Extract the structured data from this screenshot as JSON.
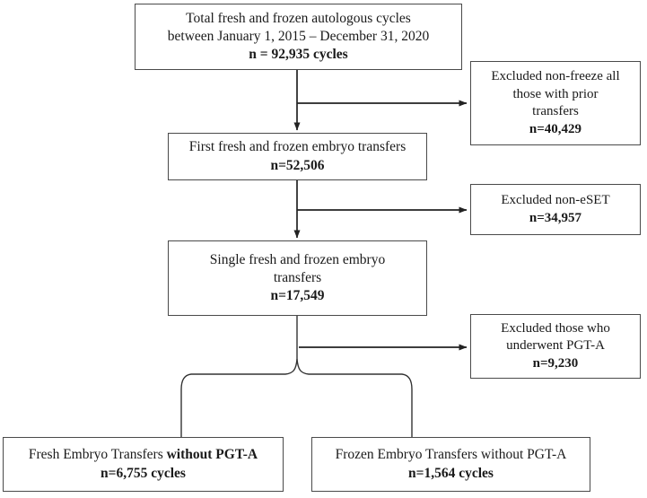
{
  "diagram": {
    "title": "Study cohort selection flow diagram",
    "type": "flowchart-consort",
    "line_color": "#333333",
    "box_border_color": "#4a4a4a",
    "background": "#ffffff"
  },
  "boxes": {
    "total": {
      "line1": "Total fresh and frozen autologous cycles",
      "line2": "between January 1, 2015 – December 31, 2020",
      "line3": "n = 92,935 cycles"
    },
    "first_transfers": {
      "line1": "First fresh and frozen embryo transfers",
      "line2": "n=52,506"
    },
    "single_transfers": {
      "line1": "Single fresh and frozen embryo",
      "line2": "transfers",
      "line3": "n=17,549"
    },
    "excluded_nonfreeze": {
      "line1": "Excluded non-freeze all",
      "line2": "those with prior",
      "line3": "transfers",
      "line4": "n=40,429"
    },
    "excluded_noneset": {
      "line1": "Excluded non-eSET",
      "line2": "n=34,957"
    },
    "excluded_pgta": {
      "line1": "Excluded those who",
      "line2": "underwent PGT-A",
      "line3": "n=9,230"
    },
    "fresh_outcome": {
      "line1_plain": "Fresh Embryo Transfers ",
      "line1_bold": "without PGT-A",
      "line2": "n=6,755 cycles"
    },
    "frozen_outcome": {
      "line1": "Frozen Embryo Transfers without PGT-A",
      "line2": "n=1,564 cycles"
    }
  },
  "chart_data": {
    "type": "flowchart",
    "title": "Cohort selection flow",
    "nodes": [
      {
        "id": "total",
        "label": "Total fresh and frozen autologous cycles between January 1, 2015 – December 31, 2020",
        "n": 92935,
        "unit": "cycles"
      },
      {
        "id": "excluded_nonfreeze",
        "label": "Excluded non-freeze all those with prior transfers",
        "n": 40429,
        "unit": "cycles"
      },
      {
        "id": "first_transfers",
        "label": "First fresh and frozen embryo transfers",
        "n": 52506,
        "unit": "transfers"
      },
      {
        "id": "excluded_noneset",
        "label": "Excluded non-eSET",
        "n": 34957,
        "unit": "transfers"
      },
      {
        "id": "single_transfers",
        "label": "Single fresh and frozen embryo transfers",
        "n": 17549,
        "unit": "transfers"
      },
      {
        "id": "excluded_pgta",
        "label": "Excluded those who underwent PGT-A",
        "n": 9230,
        "unit": "transfers"
      },
      {
        "id": "fresh_outcome",
        "label": "Fresh Embryo Transfers without PGT-A",
        "n": 6755,
        "unit": "cycles"
      },
      {
        "id": "frozen_outcome",
        "label": "Frozen Embryo Transfers without PGT-A",
        "n": 1564,
        "unit": "cycles"
      }
    ],
    "edges": [
      {
        "from": "total",
        "to": "excluded_nonfreeze",
        "kind": "exclusion"
      },
      {
        "from": "total",
        "to": "first_transfers",
        "kind": "flow"
      },
      {
        "from": "first_transfers",
        "to": "excluded_noneset",
        "kind": "exclusion"
      },
      {
        "from": "first_transfers",
        "to": "single_transfers",
        "kind": "flow"
      },
      {
        "from": "single_transfers",
        "to": "excluded_pgta",
        "kind": "exclusion"
      },
      {
        "from": "single_transfers",
        "to": "fresh_outcome",
        "kind": "split"
      },
      {
        "from": "single_transfers",
        "to": "frozen_outcome",
        "kind": "split"
      }
    ]
  }
}
